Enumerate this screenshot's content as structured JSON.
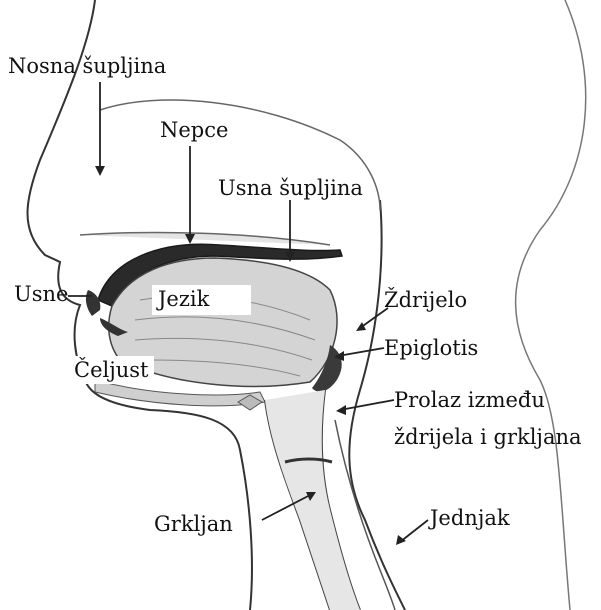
{
  "labels": {
    "nosna_supljina": "Nosna šupljina",
    "nepce": "Nepce",
    "usna_supljina": "Usna šupljina",
    "usne": "Usne",
    "jezik": "Jezik",
    "zdrijelo": "Ždrijelo",
    "epiglotis": "Epiglotis",
    "celjust": "Čeljust",
    "prolaz_line1": "Prolaz između",
    "prolaz_line2": "ždrijela i grkljana",
    "grkljan": "Grkljan",
    "jednjak": "Jednjak"
  },
  "colors": {
    "line": "#222222",
    "tissue": "#555555",
    "shade": "#d9d9d9",
    "background": "#ffffff"
  }
}
